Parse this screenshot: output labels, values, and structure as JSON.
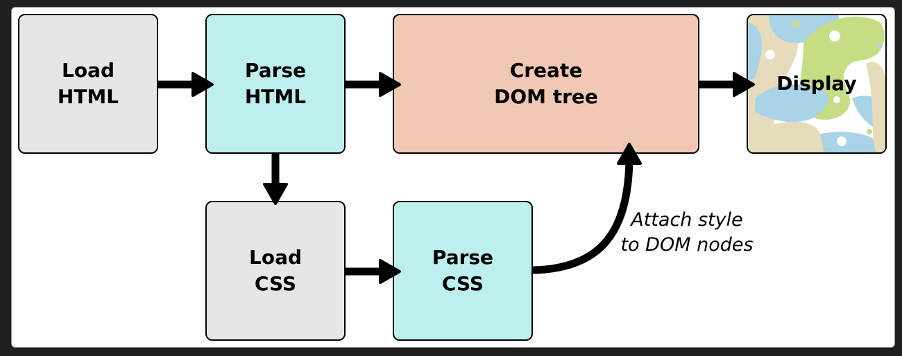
{
  "title": "Browser rendering pipeline",
  "nodes": [
    {
      "id": "load-html",
      "label": "Load\nHTML",
      "fill": "#e6e6e6"
    },
    {
      "id": "parse-html",
      "label": "Parse\nHTML",
      "fill": "#bdefee"
    },
    {
      "id": "create-dom",
      "label": "Create\nDOM tree",
      "fill": "#f1c8b3"
    },
    {
      "id": "display",
      "label": "Display",
      "fill": "patterned"
    },
    {
      "id": "load-css",
      "label": "Load\nCSS",
      "fill": "#e6e6e6"
    },
    {
      "id": "parse-css",
      "label": "Parse\nCSS",
      "fill": "#bdefee"
    }
  ],
  "edges": [
    {
      "from": "load-html",
      "to": "parse-html"
    },
    {
      "from": "parse-html",
      "to": "create-dom"
    },
    {
      "from": "create-dom",
      "to": "display"
    },
    {
      "from": "parse-html",
      "to": "load-css"
    },
    {
      "from": "load-css",
      "to": "parse-css"
    },
    {
      "from": "parse-css",
      "to": "create-dom",
      "label": "Attach style\nto DOM nodes"
    }
  ],
  "labels": {
    "load_html": "Load\nHTML",
    "parse_html": "Parse\nHTML",
    "create_dom": "Create\nDOM tree",
    "display": "Display",
    "load_css": "Load\nCSS",
    "parse_css": "Parse\nCSS",
    "attach_caption": "Attach style\nto DOM nodes"
  }
}
